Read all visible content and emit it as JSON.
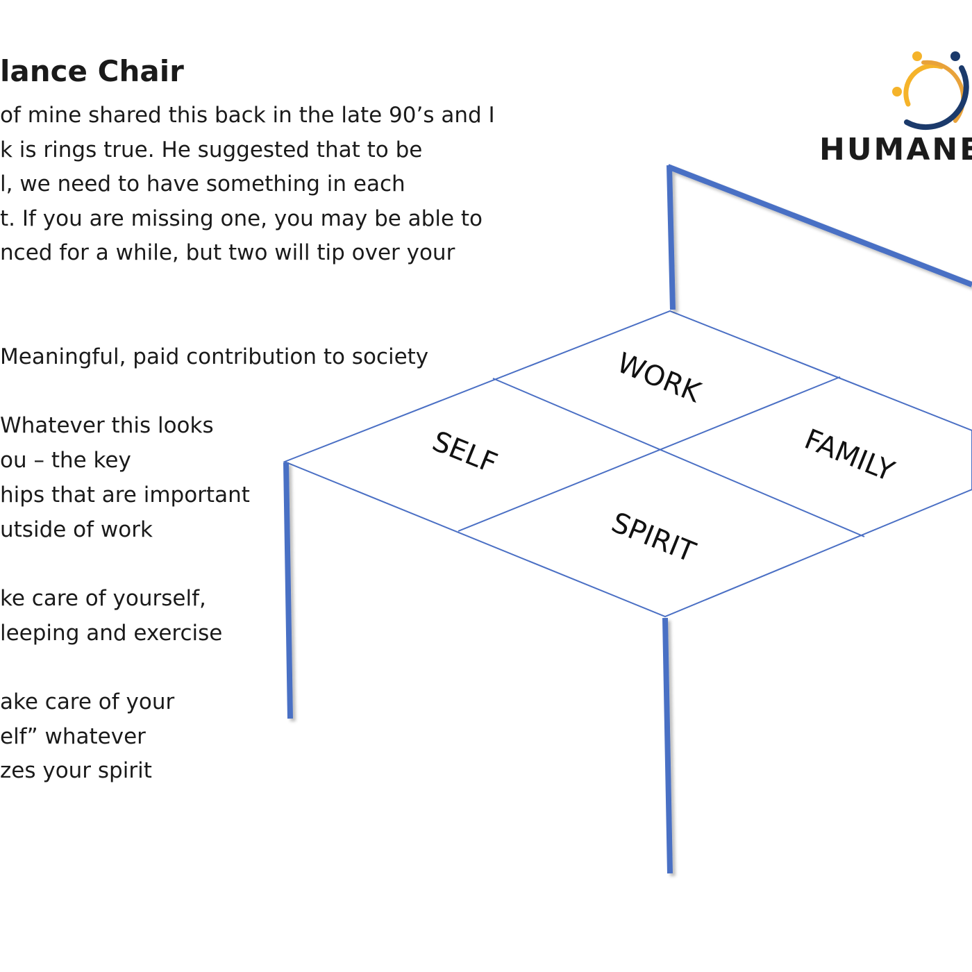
{
  "title": "lance Chair",
  "intro_lines": [
    "of mine shared this back in the late 90’s and I",
    "k is rings true. He suggested that to be",
    "l, we need to have something in each",
    "t.  If you are missing one, you may be able to",
    "nced for a while, but two will tip over your"
  ],
  "work_desc": "Meaningful, paid contribution to society",
  "family_lines": [
    " Whatever this looks",
    "ou – the key",
    "hips that are important",
    "utside of work"
  ],
  "self_lines": [
    "ke care of yourself,",
    "leeping and exercise"
  ],
  "spirit_lines": [
    "ake care of your",
    "elf”  whatever",
    "zes your spirit"
  ],
  "chair": {
    "labels": {
      "work": "WORK",
      "self": "SELF",
      "family": "FAMILY",
      "spirit": "SPIRIT"
    },
    "leg_color": "#4a6fc4",
    "line_color": "#4a6fc4"
  },
  "logo": {
    "text": "HUMANE",
    "colors": [
      "#f5b32a",
      "#1b3a6b",
      "#e8a23a"
    ]
  }
}
